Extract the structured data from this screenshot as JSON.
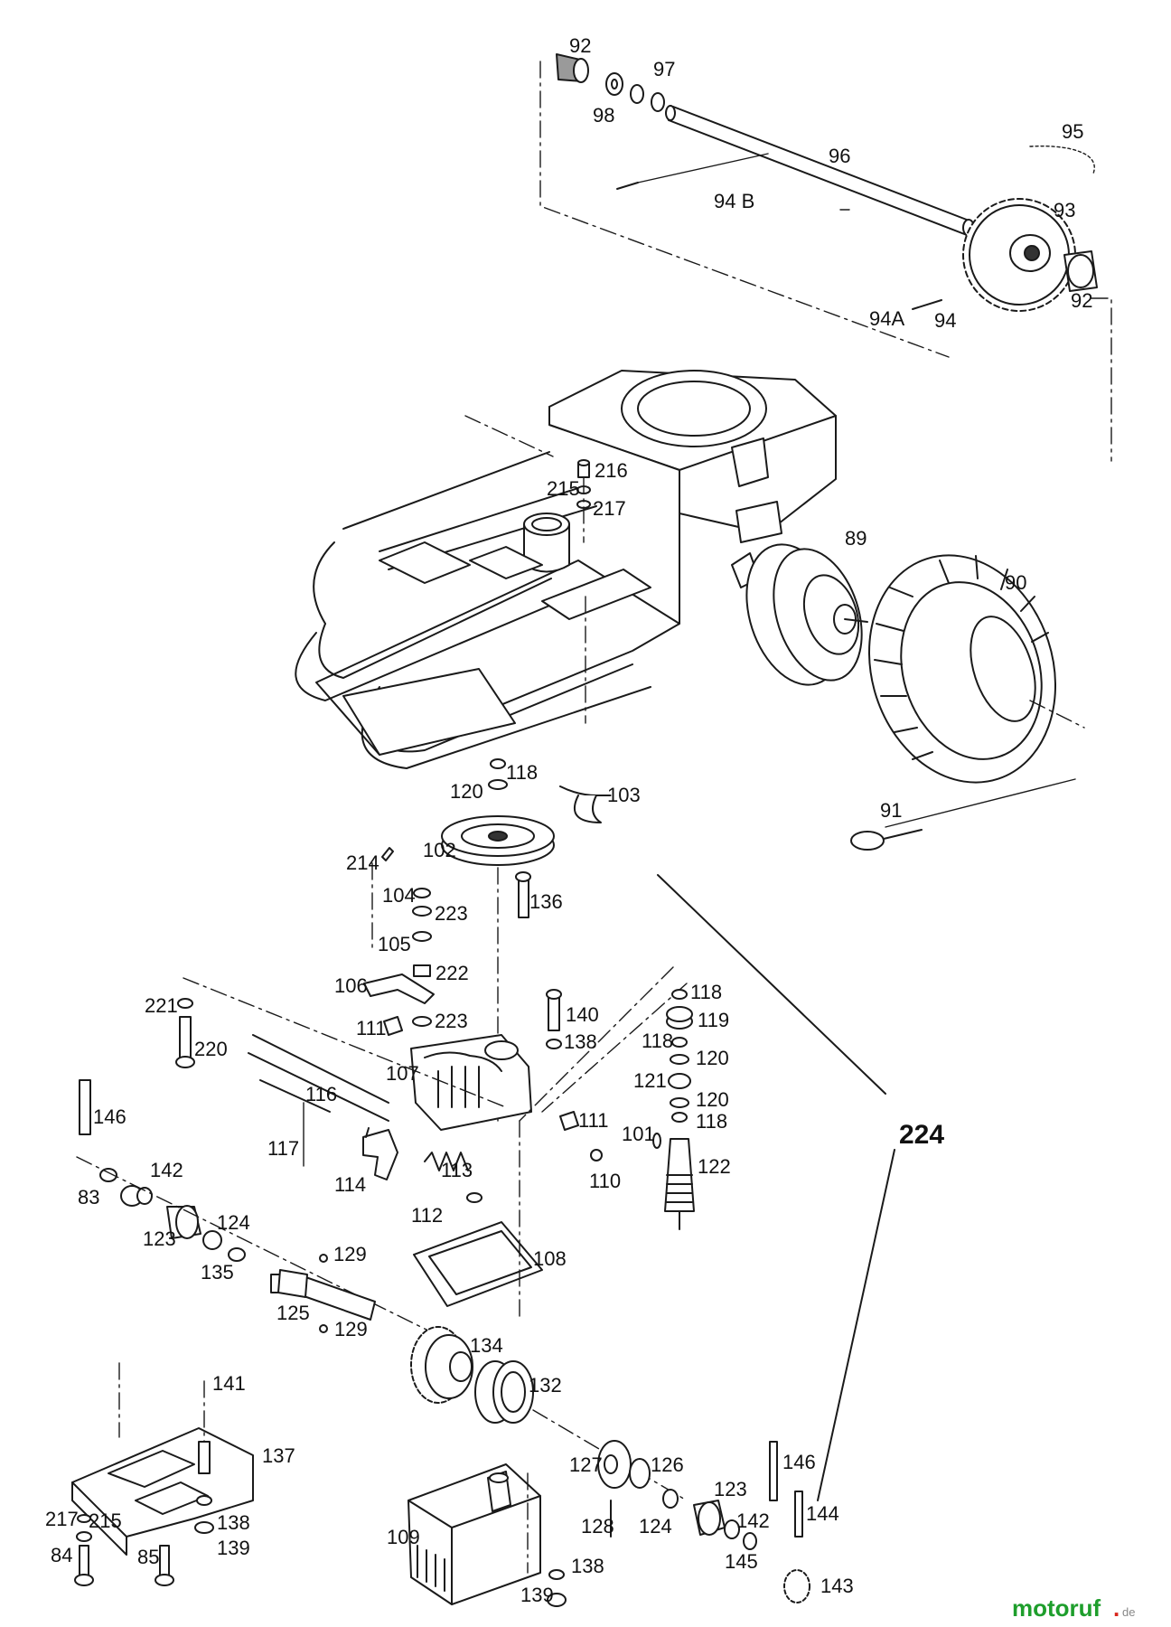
{
  "diagram": {
    "callouts": [
      {
        "id": "92a",
        "text": "92"
      },
      {
        "id": "98",
        "text": "98"
      },
      {
        "id": "97",
        "text": "97"
      },
      {
        "id": "96",
        "text": "96"
      },
      {
        "id": "95",
        "text": "95"
      },
      {
        "id": "94b",
        "text": "94 B"
      },
      {
        "id": "93",
        "text": "93"
      },
      {
        "id": "92b",
        "text": "92"
      },
      {
        "id": "94a",
        "text": "94A"
      },
      {
        "id": "94",
        "text": "94"
      },
      {
        "id": "216",
        "text": "216"
      },
      {
        "id": "215a",
        "text": "215"
      },
      {
        "id": "217a",
        "text": "217"
      },
      {
        "id": "89",
        "text": "89"
      },
      {
        "id": "90",
        "text": "90"
      },
      {
        "id": "118a",
        "text": "118"
      },
      {
        "id": "120a",
        "text": "120"
      },
      {
        "id": "103",
        "text": "103"
      },
      {
        "id": "102",
        "text": "102"
      },
      {
        "id": "91",
        "text": "91"
      },
      {
        "id": "214",
        "text": "214"
      },
      {
        "id": "104",
        "text": "104"
      },
      {
        "id": "223a",
        "text": "223"
      },
      {
        "id": "136",
        "text": "136"
      },
      {
        "id": "105",
        "text": "105"
      },
      {
        "id": "222",
        "text": "222"
      },
      {
        "id": "106",
        "text": "106"
      },
      {
        "id": "221",
        "text": "221"
      },
      {
        "id": "220",
        "text": "220"
      },
      {
        "id": "111a",
        "text": "111"
      },
      {
        "id": "223b",
        "text": "223"
      },
      {
        "id": "140",
        "text": "140"
      },
      {
        "id": "138a",
        "text": "138"
      },
      {
        "id": "118b",
        "text": "118"
      },
      {
        "id": "119",
        "text": "119"
      },
      {
        "id": "118c",
        "text": "118"
      },
      {
        "id": "120b",
        "text": "120"
      },
      {
        "id": "121",
        "text": "121"
      },
      {
        "id": "120c",
        "text": "120"
      },
      {
        "id": "118d",
        "text": "118"
      },
      {
        "id": "107",
        "text": "107"
      },
      {
        "id": "116",
        "text": "116"
      },
      {
        "id": "111b",
        "text": "111"
      },
      {
        "id": "101",
        "text": "101"
      },
      {
        "id": "122",
        "text": "122"
      },
      {
        "id": "146a",
        "text": "146"
      },
      {
        "id": "117",
        "text": "117"
      },
      {
        "id": "110",
        "text": "110"
      },
      {
        "id": "114",
        "text": "114"
      },
      {
        "id": "113",
        "text": "113"
      },
      {
        "id": "142a",
        "text": "142"
      },
      {
        "id": "83",
        "text": "83"
      },
      {
        "id": "112",
        "text": "112"
      },
      {
        "id": "124a",
        "text": "124"
      },
      {
        "id": "123a",
        "text": "123"
      },
      {
        "id": "135",
        "text": "135"
      },
      {
        "id": "129a",
        "text": "129"
      },
      {
        "id": "108",
        "text": "108"
      },
      {
        "id": "125",
        "text": "125"
      },
      {
        "id": "129b",
        "text": "129"
      },
      {
        "id": "134",
        "text": "134"
      },
      {
        "id": "141",
        "text": "141"
      },
      {
        "id": "132",
        "text": "132"
      },
      {
        "id": "137",
        "text": "137"
      },
      {
        "id": "146b",
        "text": "146"
      },
      {
        "id": "127",
        "text": "127"
      },
      {
        "id": "126",
        "text": "126"
      },
      {
        "id": "123b",
        "text": "123"
      },
      {
        "id": "144",
        "text": "144"
      },
      {
        "id": "217b",
        "text": "217"
      },
      {
        "id": "215b",
        "text": "215"
      },
      {
        "id": "138b",
        "text": "138"
      },
      {
        "id": "128",
        "text": "128"
      },
      {
        "id": "124b",
        "text": "124"
      },
      {
        "id": "142b",
        "text": "142"
      },
      {
        "id": "84",
        "text": "84"
      },
      {
        "id": "85",
        "text": "85"
      },
      {
        "id": "139a",
        "text": "139"
      },
      {
        "id": "109",
        "text": "109"
      },
      {
        "id": "145",
        "text": "145"
      },
      {
        "id": "138c",
        "text": "138"
      },
      {
        "id": "139b",
        "text": "139"
      },
      {
        "id": "143",
        "text": "143"
      }
    ],
    "group_label": "224"
  },
  "watermark": {
    "main": "motoruf",
    "dot": ".",
    "tld": "de"
  }
}
